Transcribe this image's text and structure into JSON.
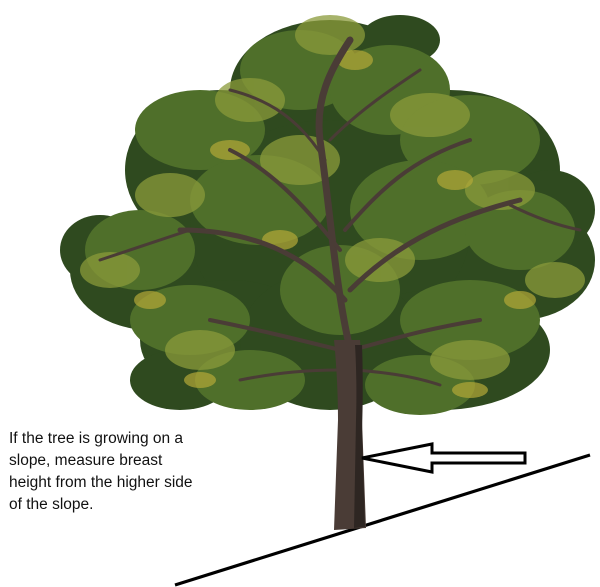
{
  "caption": {
    "line1": "If the tree is growing on a",
    "line2": "slope, measure breast",
    "line3": "height from the higher side",
    "line4": "of the slope."
  },
  "colors": {
    "background": "#ffffff",
    "foliage_dark": "#2f4a1f",
    "foliage_mid": "#4f6f2a",
    "foliage_light": "#8a9a3a",
    "foliage_highlight": "#b4a838",
    "trunk": "#4a3c36",
    "trunk_shadow": "#2e2622",
    "ground_line": "#000000",
    "arrow_stroke": "#000000",
    "arrow_fill": "#ffffff"
  },
  "icons": {
    "tree": "tree-illustration",
    "arrow": "arrow-left-icon",
    "slope": "slope-line"
  }
}
